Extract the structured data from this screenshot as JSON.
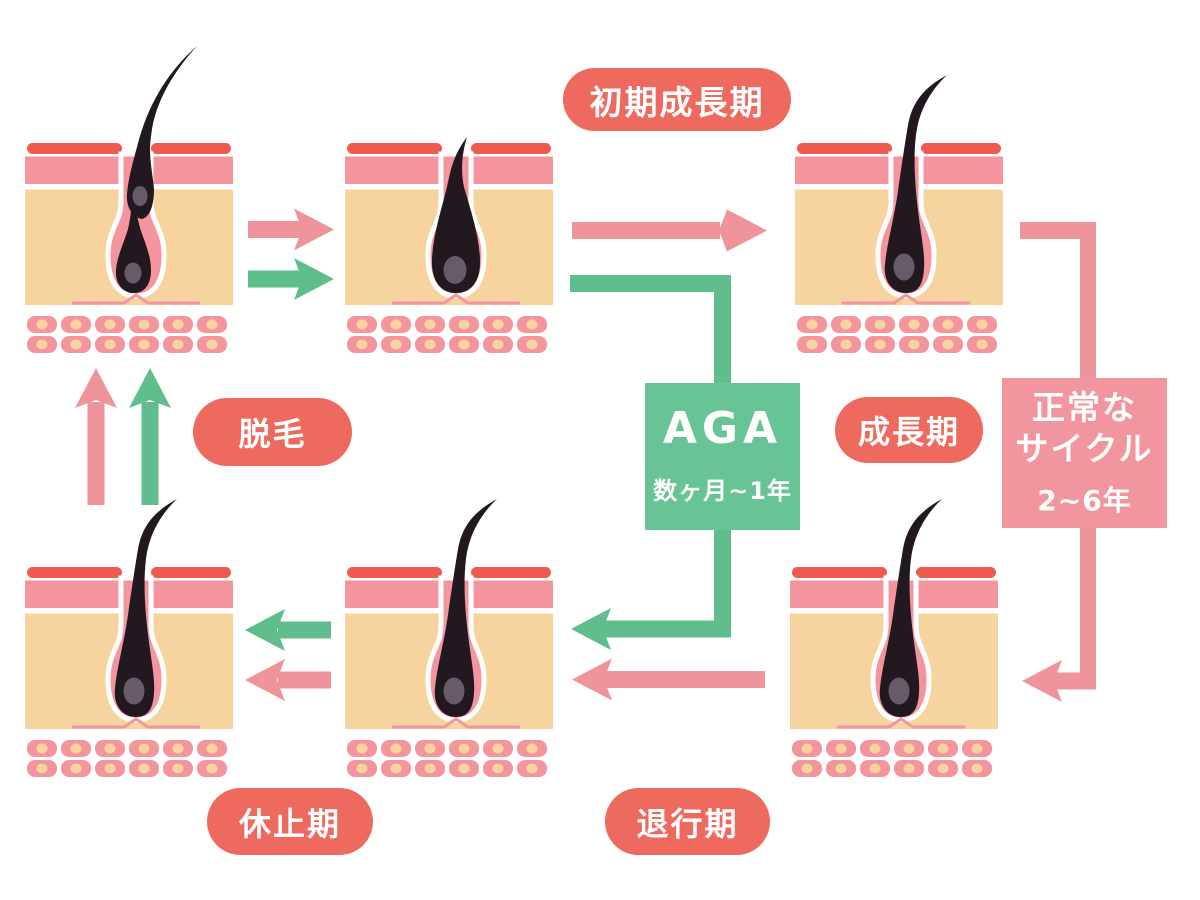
{
  "diagram": {
    "stage_labels": {
      "early_growth": "初期成長期",
      "growth": "成長期",
      "shedding": "脱毛",
      "resting": "休止期",
      "regression": "退行期"
    },
    "aga_box": {
      "title": "AGA",
      "duration": "数ヶ月~1年"
    },
    "normal_cycle_box": {
      "line1": "正常な",
      "line2": "サイクル",
      "duration": "2~6年"
    },
    "colors": {
      "label_red": "#ee6a5f",
      "arrow_pink": "#f0949b",
      "arrow_green": "#5fbe8c",
      "aga_box_green": "#68c495",
      "cycle_box_pink": "#f1969e",
      "skin_surface_red": "#ef5a4e",
      "skin_pink": "#f4959d",
      "dermis_tan": "#f7d3a0",
      "hair_black": "#221820"
    }
  }
}
